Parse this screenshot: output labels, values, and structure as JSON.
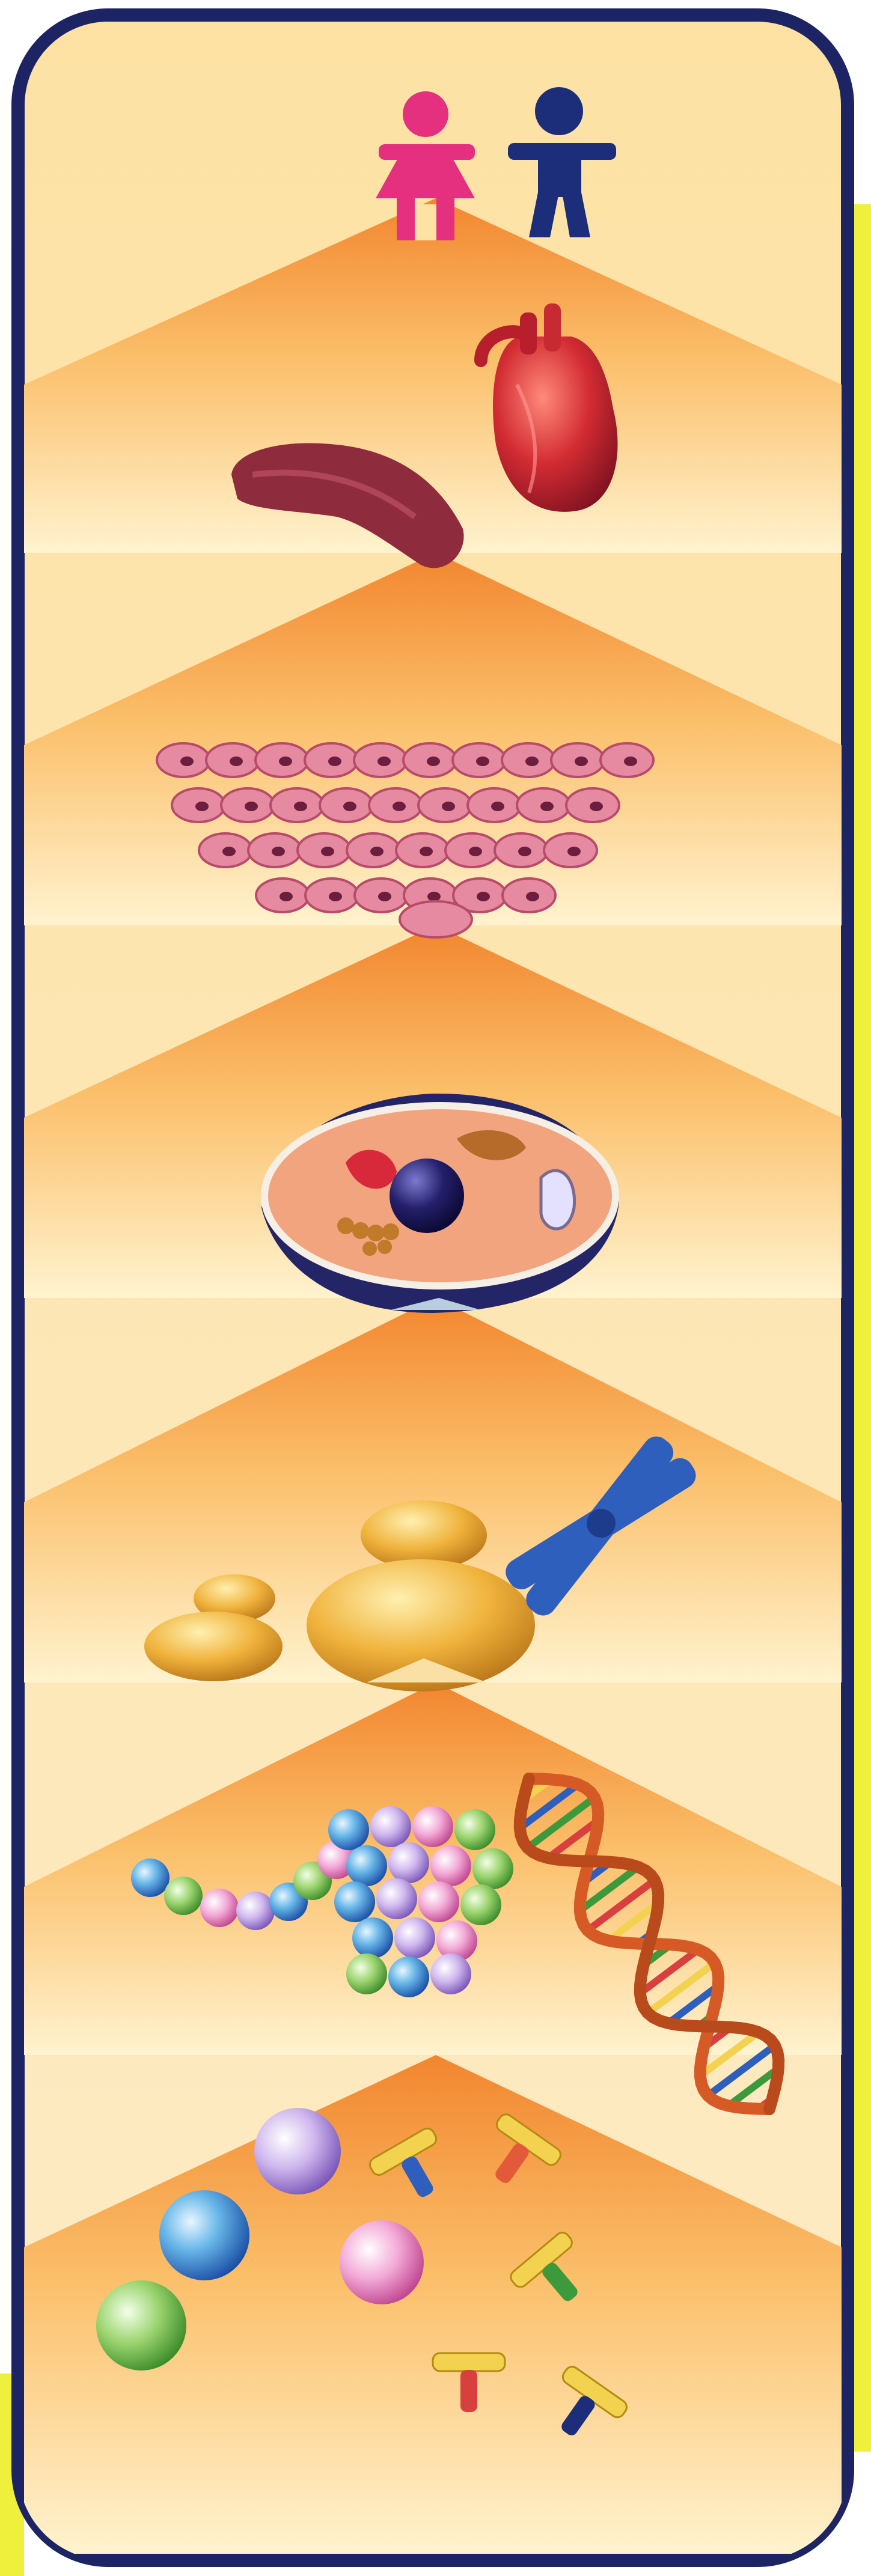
{
  "diagram": {
    "kind": "levels-of-biological-organization",
    "reading_order": "top-to-bottom",
    "colors": {
      "frame": "#1d2463",
      "side_strip": "#eef03c",
      "band_light": "#fff5d0",
      "band_mid": "#fbcb72",
      "band_dark": "#f08a3a",
      "heart": "#c8232f",
      "liver": "#8e2c3d",
      "tissue": "#e58aa0",
      "cell_outer": "#232567",
      "cell_inner": "#f2a47f",
      "nucleus": "#15104d",
      "nucleolus_blob": "#e7a83c",
      "chromosome": "#2f5fbd",
      "molecule_sphere": "#9fd4f0",
      "dna_strand": "#d65a25",
      "amino_t": "#f3d24f",
      "girl": "#e4307f",
      "boy": "#1c2d7a"
    },
    "levels": [
      {
        "icon": "organism-icon",
        "content": [
          "girl-figure",
          "boy-figure"
        ]
      },
      {
        "icon": "organ-icon",
        "content": [
          "heart",
          "liver"
        ]
      },
      {
        "icon": "tissue-icon",
        "content": [
          "cell-sheet"
        ]
      },
      {
        "icon": "cell-icon",
        "content": [
          "cut-away-cell",
          "nucleus",
          "organelles"
        ]
      },
      {
        "icon": "organelle-icon",
        "content": [
          "nucleus-blobs",
          "chromosome"
        ]
      },
      {
        "icon": "macromolecule-icon",
        "content": [
          "bead-chain",
          "dna-double-helix"
        ]
      },
      {
        "icon": "molecule-icon",
        "content": [
          "spheres",
          "t-shaped-units"
        ]
      }
    ]
  }
}
